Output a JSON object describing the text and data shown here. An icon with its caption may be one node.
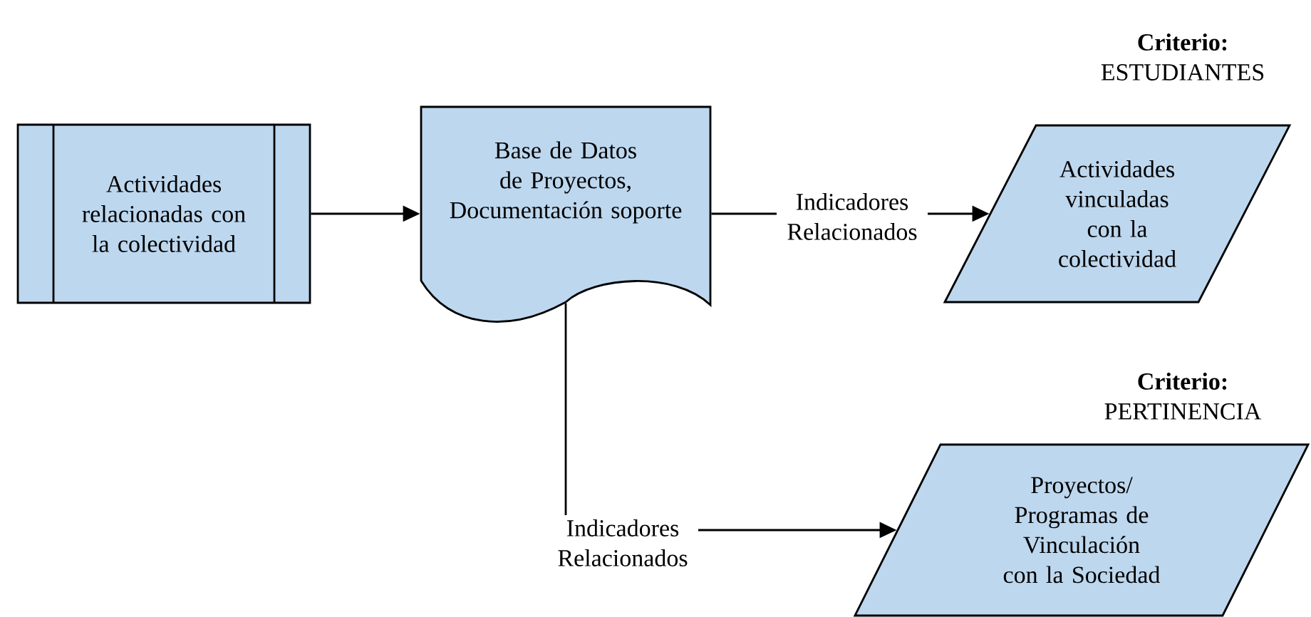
{
  "diagram": {
    "nodes": [
      {
        "text": [
          "Actividades relacionadas con la colectividad"
        ]
      },
      {
        "text": [
          "Base de Datos de Proyectos, Documentación soporte"
        ]
      },
      {
        "text": [
          "Actividades vinculadas con la colectividad"
        ],
        "beside": [
          "**Criterio:** ESTUDIANTES"
        ]
      },
      {
        "text": [
          "Proyectos/ Programas de Vinculación con la Sociedad"
        ],
        "beside": [
          "**Criterio:** PERTINENCIA"
        ]
      }
    ],
    "edges": [
      {
        "from": 0,
        "to": 1,
        "arrow": "to"
      },
      {
        "from": 1,
        "to": 2,
        "arrow": "to",
        "label": "Indicadores Relacionados"
      },
      {
        "from": 1,
        "to": 3,
        "arrow": "to",
        "label": "Indicadores Relacionados"
      }
    ]
  }
}
